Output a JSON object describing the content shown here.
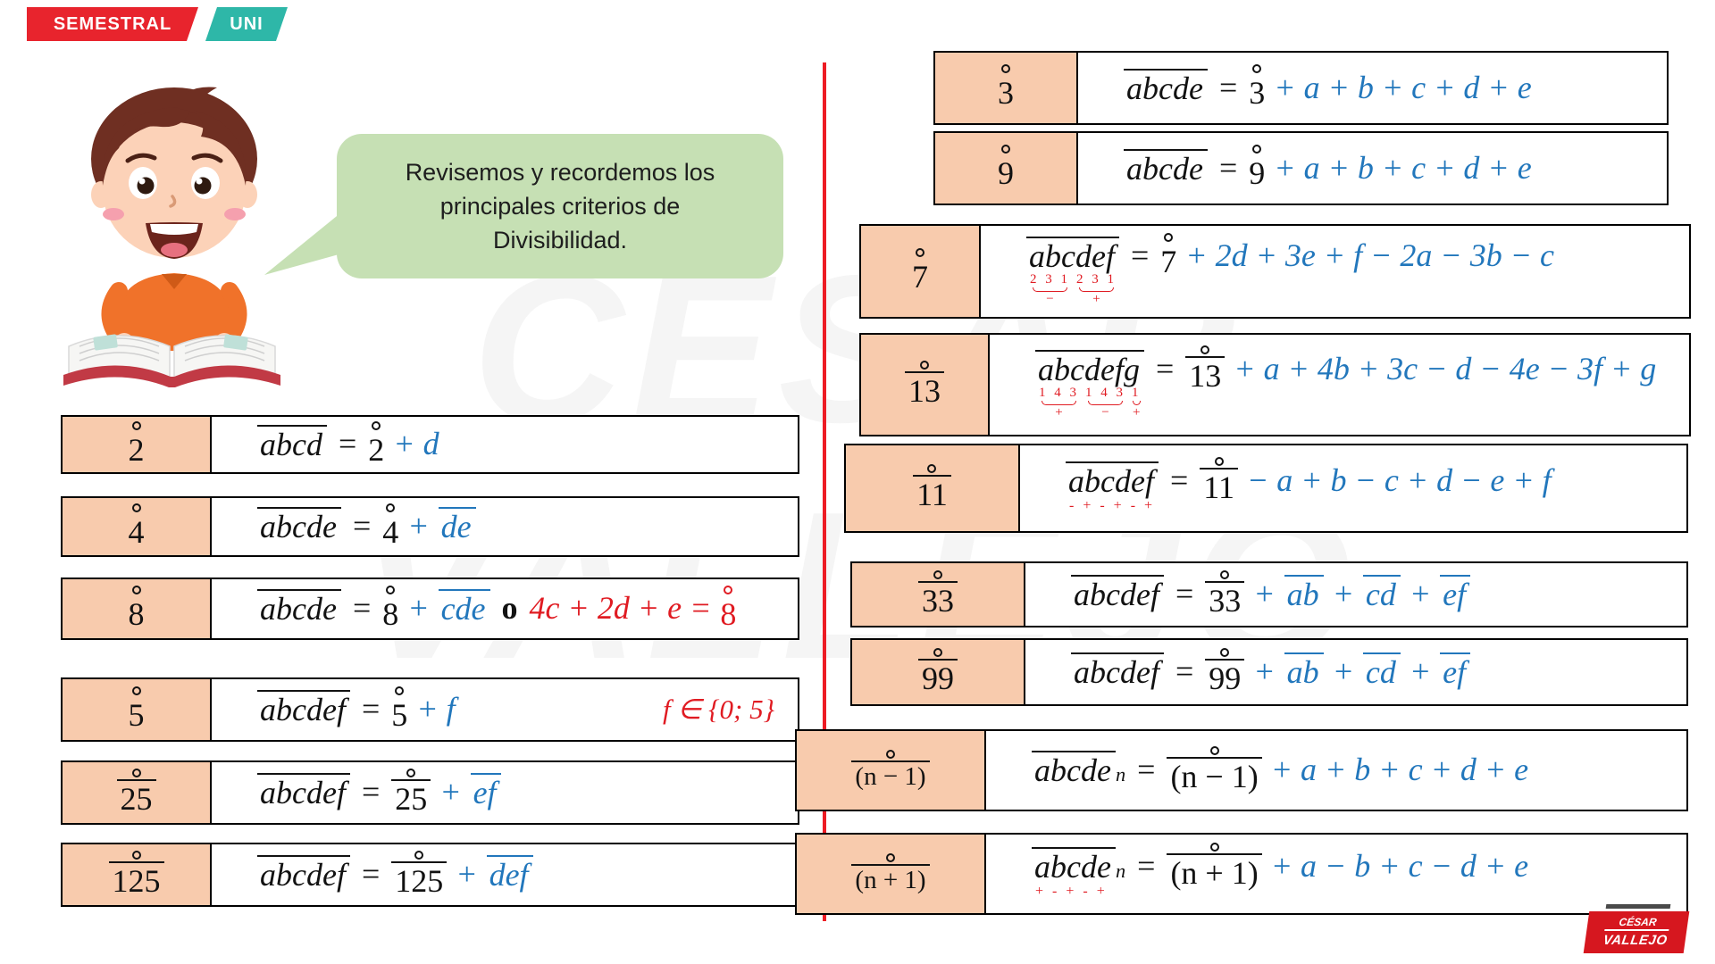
{
  "banner": {
    "left": "SEMESTRAL",
    "right": "UNI"
  },
  "speech": {
    "line1": "Revisemos y recordemos los",
    "line2": "principales criterios de",
    "line3": "Divisibilidad."
  },
  "watermark": {
    "line1": "CÉSAR",
    "line2": "VALLEJO"
  },
  "logo": {
    "line1": "CÉSAR",
    "line2": "VALLEJO"
  },
  "colors": {
    "math_blue": "#2277bc",
    "math_red": "#e01b22",
    "math_black": "#121212",
    "cell_peach": "#f8cbad",
    "divider_red": "#ed1c24",
    "banner_red": "#e8242d",
    "banner_teal": "#2eb7a8",
    "bubble_green": "#c6e0b4",
    "logo_red": "#d6171f"
  },
  "rows_left": [
    {
      "divisor": "2",
      "label": {
        "text": "2",
        "bar": false
      },
      "formula": [
        {
          "t": "word",
          "text": "abcd",
          "bar": true
        },
        {
          "t": "plain",
          "text": "="
        },
        {
          "t": "mult",
          "text": "2"
        },
        {
          "t": "word",
          "text": "+ d",
          "color": "blue"
        }
      ]
    },
    {
      "divisor": "4",
      "label": {
        "text": "4",
        "bar": false
      },
      "formula": [
        {
          "t": "word",
          "text": "abcde",
          "bar": true
        },
        {
          "t": "plain",
          "text": "="
        },
        {
          "t": "mult",
          "text": "4"
        },
        {
          "t": "word",
          "text": "+",
          "color": "blue"
        },
        {
          "t": "word",
          "text": "de",
          "bar": true,
          "color": "blue"
        }
      ]
    },
    {
      "divisor": "8",
      "label": {
        "text": "8",
        "bar": false
      },
      "formula": [
        {
          "t": "word",
          "text": "abcde",
          "bar": true
        },
        {
          "t": "plain",
          "text": "="
        },
        {
          "t": "mult",
          "text": "8"
        },
        {
          "t": "word",
          "text": "+",
          "color": "blue"
        },
        {
          "t": "word",
          "text": "cde",
          "bar": true,
          "color": "blue"
        },
        {
          "t": "plain",
          "text": "o",
          "bold": true
        },
        {
          "t": "word",
          "text": "4c + 2d + e =",
          "color": "red"
        },
        {
          "t": "mult",
          "text": "8",
          "color": "red"
        }
      ]
    },
    {
      "divisor": "5",
      "label": {
        "text": "5",
        "bar": false
      },
      "note": "f ∈ {0; 5}",
      "formula": [
        {
          "t": "word",
          "text": "abcdef",
          "bar": true
        },
        {
          "t": "plain",
          "text": "="
        },
        {
          "t": "mult",
          "text": "5"
        },
        {
          "t": "word",
          "text": "+ f",
          "color": "blue"
        }
      ]
    },
    {
      "divisor": "25",
      "label": {
        "text": "25",
        "bar": true
      },
      "formula": [
        {
          "t": "word",
          "text": "abcdef",
          "bar": true
        },
        {
          "t": "plain",
          "text": "="
        },
        {
          "t": "mult",
          "text": "25",
          "bar": true
        },
        {
          "t": "word",
          "text": "+",
          "color": "blue"
        },
        {
          "t": "word",
          "text": "ef",
          "bar": true,
          "color": "blue"
        }
      ]
    },
    {
      "divisor": "125",
      "label": {
        "text": "125",
        "bar": true
      },
      "formula": [
        {
          "t": "word",
          "text": "abcdef",
          "bar": true
        },
        {
          "t": "plain",
          "text": "="
        },
        {
          "t": "mult",
          "text": "125",
          "bar": true
        },
        {
          "t": "word",
          "text": "+",
          "color": "blue"
        },
        {
          "t": "word",
          "text": "def",
          "bar": true,
          "color": "blue"
        }
      ]
    }
  ],
  "rows_right": [
    {
      "divisor": "3",
      "label": {
        "text": "3",
        "bar": false
      },
      "formula": [
        {
          "t": "word",
          "text": "abcde",
          "bar": true
        },
        {
          "t": "plain",
          "text": "="
        },
        {
          "t": "mult",
          "text": "3"
        },
        {
          "t": "word",
          "text": "+ a + b + c + d + e",
          "color": "blue"
        }
      ]
    },
    {
      "divisor": "9",
      "label": {
        "text": "9",
        "bar": false
      },
      "formula": [
        {
          "t": "word",
          "text": "abcde",
          "bar": true
        },
        {
          "t": "plain",
          "text": "="
        },
        {
          "t": "mult",
          "text": "9"
        },
        {
          "t": "word",
          "text": "+ a + b + c + d + e",
          "color": "blue"
        }
      ]
    },
    {
      "divisor": "7",
      "label": {
        "text": "7",
        "bar": false
      },
      "formula": [
        {
          "t": "word",
          "text": "abcdef",
          "bar": true,
          "ann": {
            "type": "braces",
            "groups": [
              {
                "digits": "2 3 1",
                "sign": "−"
              },
              {
                "digits": "2 3 1",
                "sign": "+"
              }
            ]
          }
        },
        {
          "t": "plain",
          "text": "="
        },
        {
          "t": "mult",
          "text": "7"
        },
        {
          "t": "word",
          "text": "+ 2d + 3e + f − 2a − 3b − c",
          "color": "blue"
        }
      ]
    },
    {
      "divisor": "13",
      "label": {
        "text": "13",
        "bar": true
      },
      "formula": [
        {
          "t": "word",
          "text": "abcdefg",
          "bar": true,
          "ann": {
            "type": "braces",
            "groups": [
              {
                "digits": "1 4 3",
                "sign": "+"
              },
              {
                "digits": "1 4 3",
                "sign": "−"
              },
              {
                "digits": "1",
                "sign": "+"
              }
            ]
          }
        },
        {
          "t": "plain",
          "text": "="
        },
        {
          "t": "mult",
          "text": "13",
          "bar": true
        },
        {
          "t": "word",
          "text": "+ a + 4b + 3c − d − 4e − 3f + g",
          "color": "blue"
        }
      ]
    },
    {
      "divisor": "11",
      "label": {
        "text": "11",
        "bar": true
      },
      "formula": [
        {
          "t": "word",
          "text": "abcdef",
          "bar": true,
          "ann": {
            "type": "signs",
            "text": "- + - + - +"
          }
        },
        {
          "t": "plain",
          "text": "="
        },
        {
          "t": "mult",
          "text": "11",
          "bar": true
        },
        {
          "t": "word",
          "text": "− a + b − c + d − e + f",
          "color": "blue"
        }
      ]
    },
    {
      "divisor": "33",
      "label": {
        "text": "33",
        "bar": true
      },
      "formula": [
        {
          "t": "word",
          "text": "abcdef",
          "bar": true
        },
        {
          "t": "plain",
          "text": "="
        },
        {
          "t": "mult",
          "text": "33",
          "bar": true
        },
        {
          "t": "word",
          "text": "+",
          "color": "blue"
        },
        {
          "t": "word",
          "text": "ab",
          "bar": true,
          "color": "blue"
        },
        {
          "t": "word",
          "text": "+",
          "color": "blue"
        },
        {
          "t": "word",
          "text": "cd",
          "bar": true,
          "color": "blue"
        },
        {
          "t": "word",
          "text": "+",
          "color": "blue"
        },
        {
          "t": "word",
          "text": "ef",
          "bar": true,
          "color": "blue"
        }
      ]
    },
    {
      "divisor": "99",
      "label": {
        "text": "99",
        "bar": true
      },
      "formula": [
        {
          "t": "word",
          "text": "abcdef",
          "bar": true
        },
        {
          "t": "plain",
          "text": "="
        },
        {
          "t": "mult",
          "text": "99",
          "bar": true
        },
        {
          "t": "word",
          "text": "+",
          "color": "blue"
        },
        {
          "t": "word",
          "text": "ab",
          "bar": true,
          "color": "blue"
        },
        {
          "t": "word",
          "text": "+",
          "color": "blue"
        },
        {
          "t": "word",
          "text": "cd",
          "bar": true,
          "color": "blue"
        },
        {
          "t": "word",
          "text": "+",
          "color": "blue"
        },
        {
          "t": "word",
          "text": "ef",
          "bar": true,
          "color": "blue"
        }
      ]
    },
    {
      "divisor": "(n − 1)",
      "label": {
        "text": "(n − 1)",
        "bar": true
      },
      "formula": [
        {
          "t": "word",
          "text": "abcde",
          "bar": true,
          "sub": "n"
        },
        {
          "t": "plain",
          "text": "="
        },
        {
          "t": "mult",
          "text": "(n − 1)",
          "bar": true
        },
        {
          "t": "word",
          "text": "+ a + b + c + d + e",
          "color": "blue"
        }
      ]
    },
    {
      "divisor": "(n + 1)",
      "label": {
        "text": "(n + 1)",
        "bar": true
      },
      "formula": [
        {
          "t": "word",
          "text": "abcde",
          "bar": true,
          "sub": "n",
          "ann": {
            "type": "signs",
            "text": "+ - + - +"
          }
        },
        {
          "t": "plain",
          "text": "="
        },
        {
          "t": "mult",
          "text": "(n + 1)",
          "bar": true
        },
        {
          "t": "word",
          "text": "+ a − b + c − d + e",
          "color": "blue"
        }
      ]
    }
  ]
}
